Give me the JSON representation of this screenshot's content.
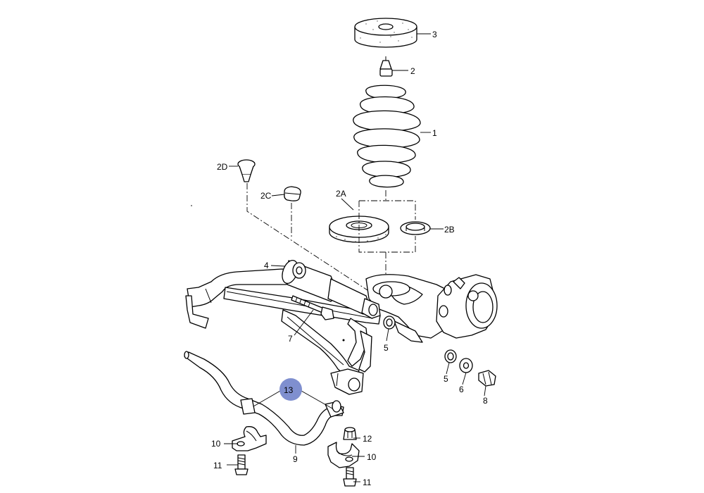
{
  "callouts": {
    "c3": "3",
    "c2": "2",
    "c1": "1",
    "c2d": "2D",
    "c2c": "2C",
    "c2a": "2A",
    "c2b": "2B",
    "c4": "4",
    "c7": "7",
    "c5a": "5",
    "c5b": "5",
    "c6": "6",
    "c8": "8",
    "c13": "13",
    "c12": "12",
    "c10a": "10",
    "c10b": "10",
    "c11a": "11",
    "c11b": "11",
    "c9": "9"
  },
  "highlight": {
    "part": "13",
    "color": "#7f8fcf"
  }
}
